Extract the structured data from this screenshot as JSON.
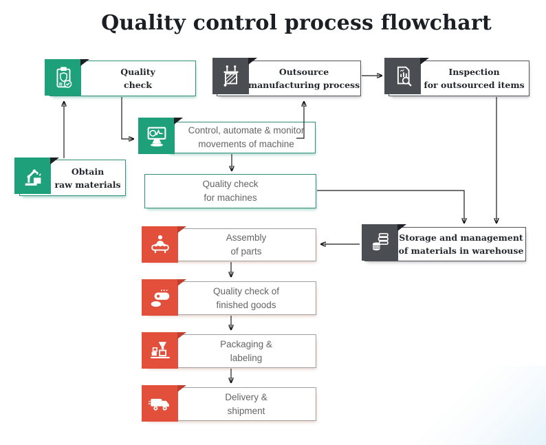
{
  "title": "Quality control process flowchart",
  "colors": {
    "green": "#1ea17a",
    "dark_gray": "#4a4d52",
    "red": "#e2503c",
    "red_fold": "#c13f2e",
    "fold": "#1d2125",
    "teal_border": "#2d9079",
    "gray_border": "#9f9f9f",
    "dark_border": "#4e5156",
    "serif_text": "#24272c",
    "sans_text": "#646464",
    "arrow": "#1a1a1a",
    "title": "#1b1f24"
  },
  "nodes": [
    {
      "id": "quality-check",
      "line1": "Quality",
      "line2": "check",
      "icon": "clipboard-shield-check-icon"
    },
    {
      "id": "outsource-manufacturing",
      "line1": "Outsource",
      "line2": "manufacturing process",
      "icon": "factory-machine-icon"
    },
    {
      "id": "inspection-outsourced",
      "line1": "Inspection",
      "line2": "for outsourced items",
      "icon": "document-analysis-icon"
    },
    {
      "id": "control-automate-monitor",
      "line1": "Control, automate & monitor",
      "line2": "movements  of machine",
      "icon": "monitor-pulse-icon"
    },
    {
      "id": "obtain-raw-materials",
      "line1": "Obtain",
      "line2": "raw materials",
      "icon": "robotic-arm-icon"
    },
    {
      "id": "quality-check-machines",
      "line1": "Quality check",
      "line2": "for machines",
      "icon": null
    },
    {
      "id": "assembly-of-parts",
      "line1": "Assembly",
      "line2": "of parts",
      "icon": "assembly-worker-icon"
    },
    {
      "id": "storage-management",
      "line1": "Storage and management",
      "line2": "of materials in warehouse",
      "icon": "warehouse-storage-icon"
    },
    {
      "id": "quality-check-finished",
      "line1": "Quality check of",
      "line2": "finished goods",
      "icon": "polisher-machine-icon"
    },
    {
      "id": "packaging-labeling",
      "line1": "Packaging &",
      "line2": "labeling",
      "icon": "packaging-machine-icon"
    },
    {
      "id": "delivery-shipment",
      "line1": "Delivery  &",
      "line2": "shipment",
      "icon": "delivery-truck-icon"
    }
  ],
  "edges": [
    {
      "from": "obtain-raw-materials",
      "to": "quality-check"
    },
    {
      "from": "quality-check",
      "to": "control-automate-monitor"
    },
    {
      "from": "control-automate-monitor",
      "to": "outsource-manufacturing"
    },
    {
      "from": "outsource-manufacturing",
      "to": "inspection-outsourced"
    },
    {
      "from": "control-automate-monitor",
      "to": "quality-check-machines"
    },
    {
      "from": "quality-check-machines",
      "to": "storage-management"
    },
    {
      "from": "inspection-outsourced",
      "to": "storage-management"
    },
    {
      "from": "storage-management",
      "to": "assembly-of-parts"
    },
    {
      "from": "assembly-of-parts",
      "to": "quality-check-finished"
    },
    {
      "from": "quality-check-finished",
      "to": "packaging-labeling"
    },
    {
      "from": "packaging-labeling",
      "to": "delivery-shipment"
    }
  ]
}
